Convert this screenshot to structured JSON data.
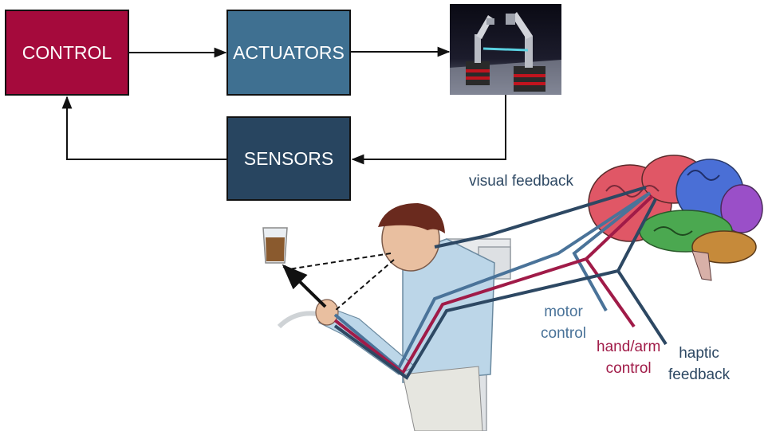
{
  "blocks": {
    "control": {
      "label": "CONTROL"
    },
    "actuators": {
      "label": "ACTUATORS"
    },
    "sensors": {
      "label": "SENSORS"
    }
  },
  "annotations": {
    "visual_feedback": "visual feedback",
    "motor_control": [
      "motor",
      "control"
    ],
    "hand_arm_control": [
      "hand/arm",
      "control"
    ],
    "haptic_feedback": [
      "haptic",
      "feedback"
    ]
  },
  "colors": {
    "control": "#a50a3c",
    "actuators": "#3f7091",
    "sensors": "#284560",
    "motor": "#4a7399",
    "hand_arm": "#a01b48",
    "haptic": "#2d4863",
    "visual": "#2d4863"
  }
}
